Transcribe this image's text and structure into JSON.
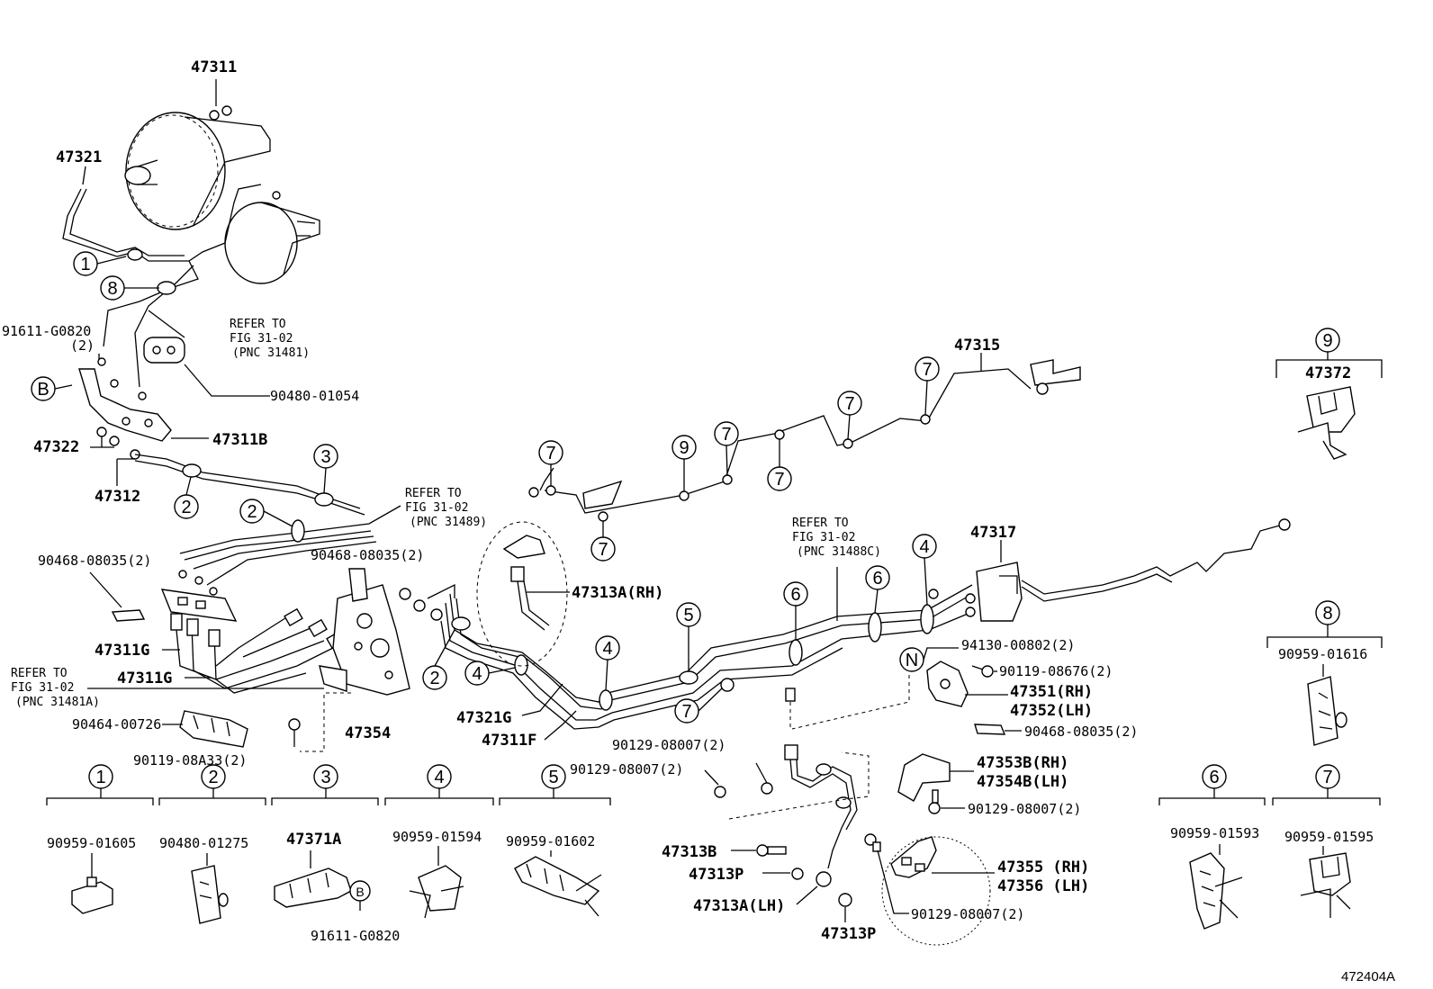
{
  "diagram_id": "472404A",
  "parts": {
    "p47311": "47311",
    "p47321": "47321",
    "p47311B": "47311B",
    "p47322": "47322",
    "p47312": "47312",
    "p47315": "47315",
    "p47317": "47317",
    "p47372": "47372",
    "p47313A_RH": "47313A(RH)",
    "p47311G_1": "47311G",
    "p47311G_2": "47311G",
    "p47354": "47354",
    "p47321G": "47321G",
    "p47311F": "47311F",
    "p47351": "47351(RH)",
    "p47352": "47352(LH)",
    "p47353B": "47353B(RH)",
    "p47354B": "47354B(LH)",
    "p47313B": "47313B",
    "p47313P_1": "47313P",
    "p47313A_LH": "47313A(LH)",
    "p47313P_2": "47313P",
    "p47355": "47355  (RH)",
    "p47356": "47356  (LH)",
    "p47371A": "47371A"
  },
  "refs": {
    "r91611_G0820_2": "91611-G0820",
    "r91611_qty": "(2)",
    "r90480_01054": "90480-01054",
    "r90468_08035_a": "90468-08035(2)",
    "r90468_08035_b": "90468-08035(2)",
    "r90468_08035_c": "90468-08035(2)",
    "r90464_00726": "90464-00726",
    "r90119_08A33": "90119-08A33(2)",
    "r94130_00802": "94130-00802(2)",
    "r90119_08676": "90119-08676(2)",
    "r90129_08007_a": "90129-08007(2)",
    "r90129_08007_b": "90129-08007(2)",
    "r90129_08007_c": "90129-08007(2)",
    "r90129_08007_d": "90129-08007(2)",
    "r90959_01616": "90959-01616",
    "r90959_01605": "90959-01605",
    "r90480_01275": "90480-01275",
    "r90959_01594": "90959-01594",
    "r90959_01602": "90959-01602",
    "r91611_G0820_b": "91611-G0820",
    "r90959_01593": "90959-01593",
    "r90959_01595": "90959-01595"
  },
  "refer_notes": {
    "n1": {
      "l1": "REFER TO",
      "l2": "FIG 31-02",
      "l3": "(PNC 31481)"
    },
    "n2": {
      "l1": "REFER TO",
      "l2": "FIG 31-02",
      "l3": "(PNC 31489)"
    },
    "n3": {
      "l1": "REFER TO",
      "l2": "FIG 31-02",
      "l3": "(PNC 31488C)"
    },
    "n4": {
      "l1": "REFER TO",
      "l2": "FIG 31-02",
      "l3": "(PNC 31481A)"
    }
  },
  "callouts": [
    "1",
    "2",
    "3",
    "4",
    "5",
    "6",
    "7",
    "8",
    "9",
    "B",
    "N"
  ]
}
